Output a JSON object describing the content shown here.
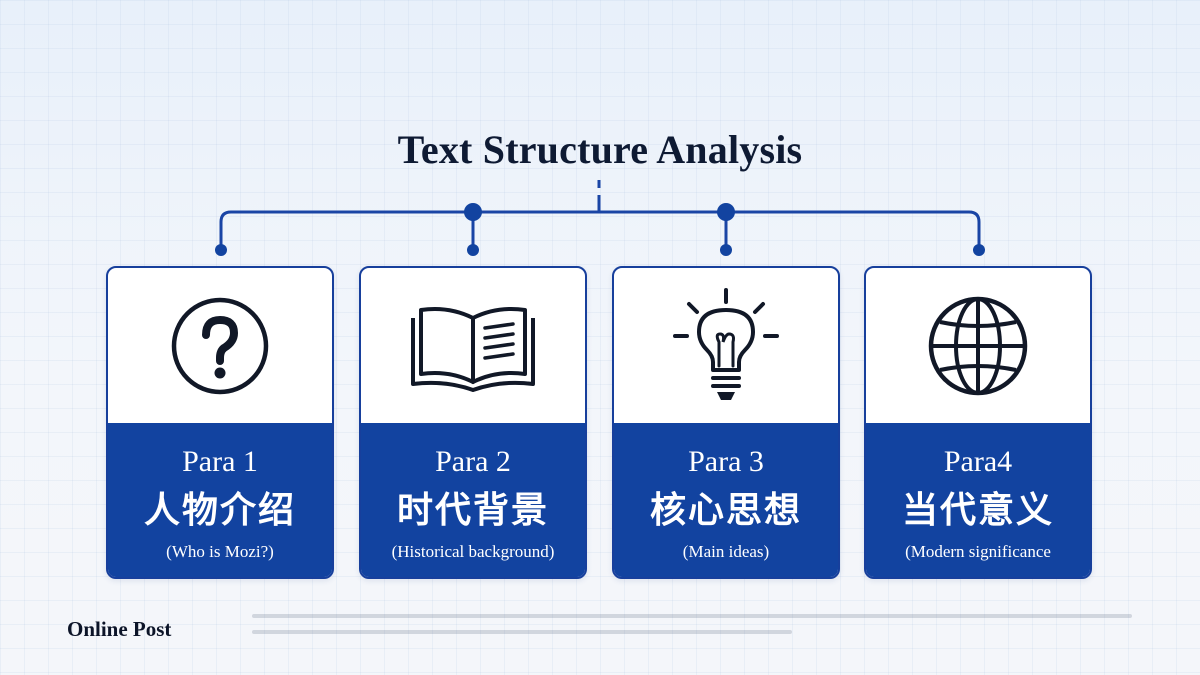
{
  "title": "Text Structure Analysis",
  "footer": {
    "brand": "Online Post"
  },
  "cards": [
    {
      "para": "Para 1",
      "cn": "人物介绍",
      "en": "(Who is Mozi?)",
      "icon": "question-mark-icon"
    },
    {
      "para": "Para 2",
      "cn": "时代背景",
      "en": "(Historical background)",
      "icon": "open-book-icon"
    },
    {
      "para": "Para 3",
      "cn": "核心思想",
      "en": "(Main ideas)",
      "icon": "lightbulb-icon"
    },
    {
      "para": "Para4",
      "cn": "当代意义",
      "en": "(Modern significance",
      "icon": "globe-icon"
    }
  ],
  "colors": {
    "primary": "#1243a0",
    "border": "#173f9c",
    "title": "#0e1a33",
    "icon": "#111827"
  }
}
